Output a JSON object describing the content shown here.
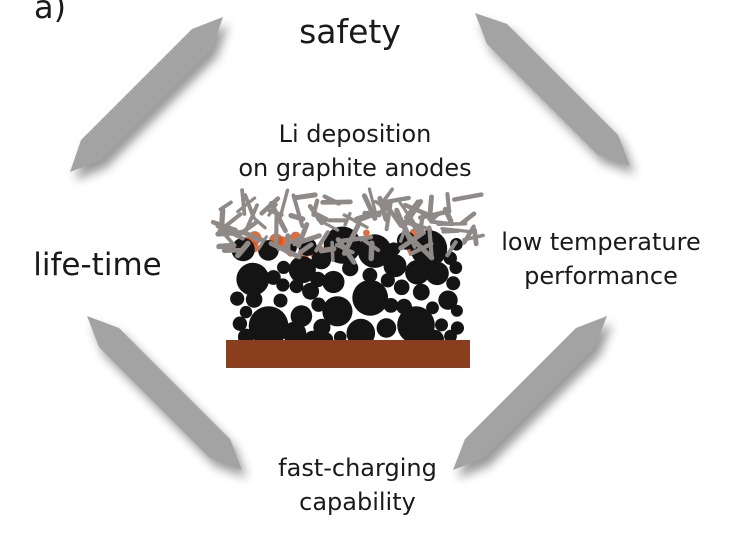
{
  "panel_label": "a)",
  "labels": {
    "top": "safety",
    "left": "life-time",
    "right_line1": "low temperature",
    "right_line2": "performance",
    "bottom_line1": "fast-charging",
    "bottom_line2": "capability"
  },
  "center": {
    "title_line1": "Li deposition",
    "title_line2": "on graphite anodes"
  },
  "colors": {
    "arrow": "#a3a3a3",
    "arrow_shadow": "#444444",
    "substrate": "#8b3e1e",
    "particles": "#141414",
    "lithium_deposit": "#8f8a88",
    "interphase": "#d9541e"
  }
}
